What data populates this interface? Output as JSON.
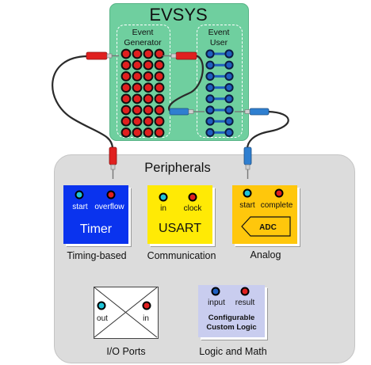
{
  "evsys": {
    "title": "EVSYS",
    "generator_label": "Event\nGenerator",
    "user_label": "Event\nUser"
  },
  "peripherals": {
    "title": "Peripherals",
    "timer": {
      "name": "Timer",
      "pin1": "start",
      "pin2": "overflow",
      "caption": "Timing-based"
    },
    "usart": {
      "name": "USART",
      "pin1": "in",
      "pin2": "clock",
      "caption": "Communication"
    },
    "analog": {
      "name": "ADC",
      "pin1": "start",
      "pin2": "complete",
      "caption": "Analog"
    },
    "io": {
      "pin1": "out",
      "pin2": "in",
      "caption": "I/O Ports"
    },
    "logic": {
      "name": "Configurable\nCustom Logic",
      "pin1": "input",
      "pin2": "result",
      "caption": "Logic and Math"
    }
  },
  "colors": {
    "evsys_bg": "#6fcf9f",
    "peripherals_bg": "#dcdcdc",
    "generator_port": "#e0201f",
    "user_port": "#1f5fbf",
    "timer": "#0a33ee",
    "usart": "#ffea05",
    "analog": "#ffc70c",
    "logic": "#c9cdef",
    "red_plug": "#e0201f",
    "blue_plug": "#2f7fd0"
  },
  "icons": [
    "red-plug-icon",
    "blue-plug-icon",
    "adc-arrow-icon",
    "x-cross-icon",
    "port-dot-icon"
  ]
}
